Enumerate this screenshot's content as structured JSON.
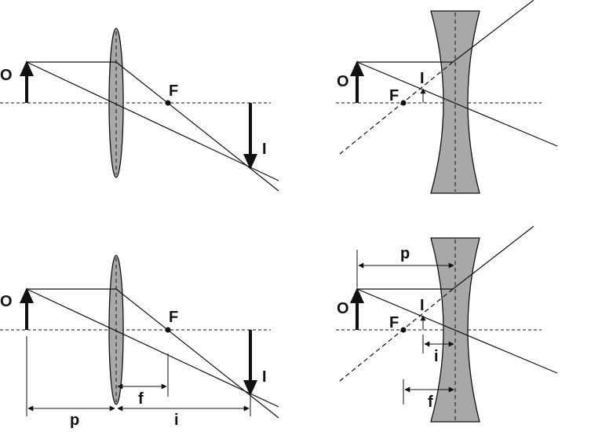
{
  "labels": {
    "object": "O",
    "image": "I",
    "focal_point": "F",
    "object_distance": "p",
    "image_distance": "i",
    "focal_length": "f"
  },
  "colors": {
    "lens_fill": "#a8a8a8",
    "line": "#111111",
    "background": "#ffffff"
  }
}
